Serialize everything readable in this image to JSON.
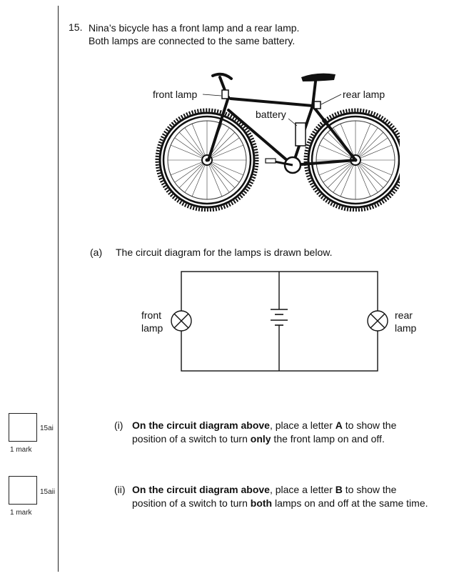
{
  "question": {
    "number": "15.",
    "line1": "Nina’s bicycle has a front lamp and a rear lamp.",
    "line2": "Both lamps are connected to the same battery."
  },
  "bike_labels": {
    "front_lamp": "front lamp",
    "rear_lamp": "rear lamp",
    "battery": "battery"
  },
  "part_a": {
    "letter": "(a)",
    "text": "The circuit diagram for the lamps is drawn below."
  },
  "circuit_labels": {
    "front_1": "front",
    "front_2": "lamp",
    "rear_1": "rear",
    "rear_2": "lamp"
  },
  "marks": [
    {
      "code": "15ai",
      "label": "1 mark"
    },
    {
      "code": "15aii",
      "label": "1 mark"
    }
  ],
  "sub_i": {
    "num": "(i)",
    "bold1": "On the circuit diagram above",
    "t1": ", place a letter ",
    "bold2": "A",
    "t2": " to show the",
    "t3": "position of a switch to turn ",
    "bold3": "only",
    "t4": " the front lamp on and off."
  },
  "sub_ii": {
    "num": "(ii)",
    "bold1": "On the circuit diagram above",
    "t1": ", place a letter ",
    "bold2": "B",
    "t2": " to show the",
    "t3": "position of a switch to turn ",
    "bold3": "both",
    "t4": " lamps on and off at the same time."
  }
}
